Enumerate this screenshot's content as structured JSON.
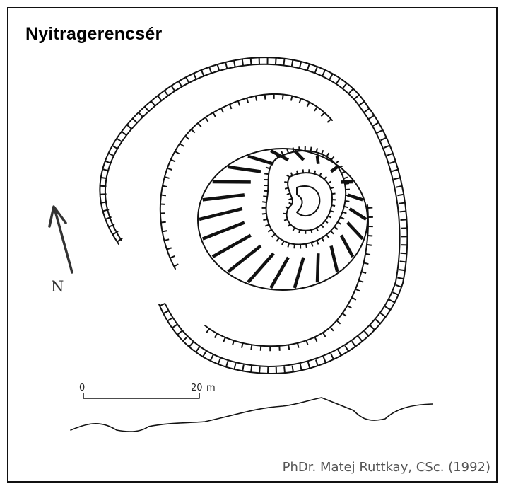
{
  "map": {
    "title": "Nyitragerencsér",
    "credit": "PhDr. Matej Ruttkay, CSc. (1992)",
    "north_label": "N",
    "scale": {
      "start_label": "0",
      "end_label": "20",
      "unit": "m"
    }
  },
  "colors": {
    "ink": "#111111",
    "credit": "#555555",
    "background": "#ffffff"
  },
  "icons": {
    "north_arrow": "north-arrow-icon"
  }
}
